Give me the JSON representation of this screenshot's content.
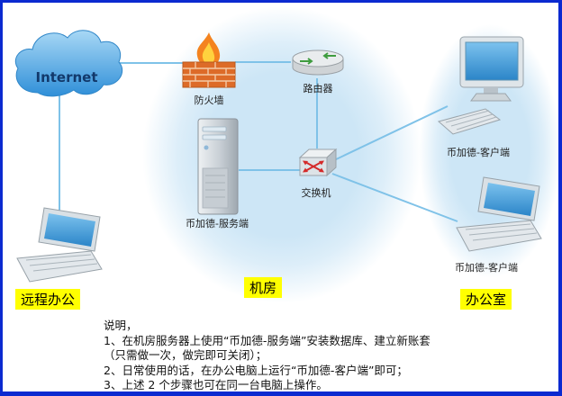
{
  "colors": {
    "frame-border": "#0b2ad0",
    "connector": "#7fc2e8",
    "highlight": "#ffff00",
    "zone-fill": "#cde6f6",
    "screen-blue": "#3f9ad9"
  },
  "diagram": {
    "internet": {
      "label": "Internet"
    },
    "firewall": {
      "label": "防火墙"
    },
    "router": {
      "label": "路由器"
    },
    "server": {
      "label": "币加德-服务端"
    },
    "switch": {
      "label": "交换机"
    },
    "client_desktop": {
      "label": "币加德-客户端"
    },
    "client_laptop": {
      "label": "币加德-客户端"
    },
    "zones": {
      "remote": "远程办公",
      "server_room": "机房",
      "office": "办公室"
    }
  },
  "notes": {
    "heading": "说明，",
    "lines": [
      "1、在机房服务器上使用“币加德-服务端”安装数据库、建立新账套",
      "（只需做一次，做完即可关闭）；",
      "2、日常使用的话，在办公电脑上运行“币加德-客户端”即可；",
      "3、上述 2 个步骤也可在同一台电脑上操作。"
    ]
  }
}
